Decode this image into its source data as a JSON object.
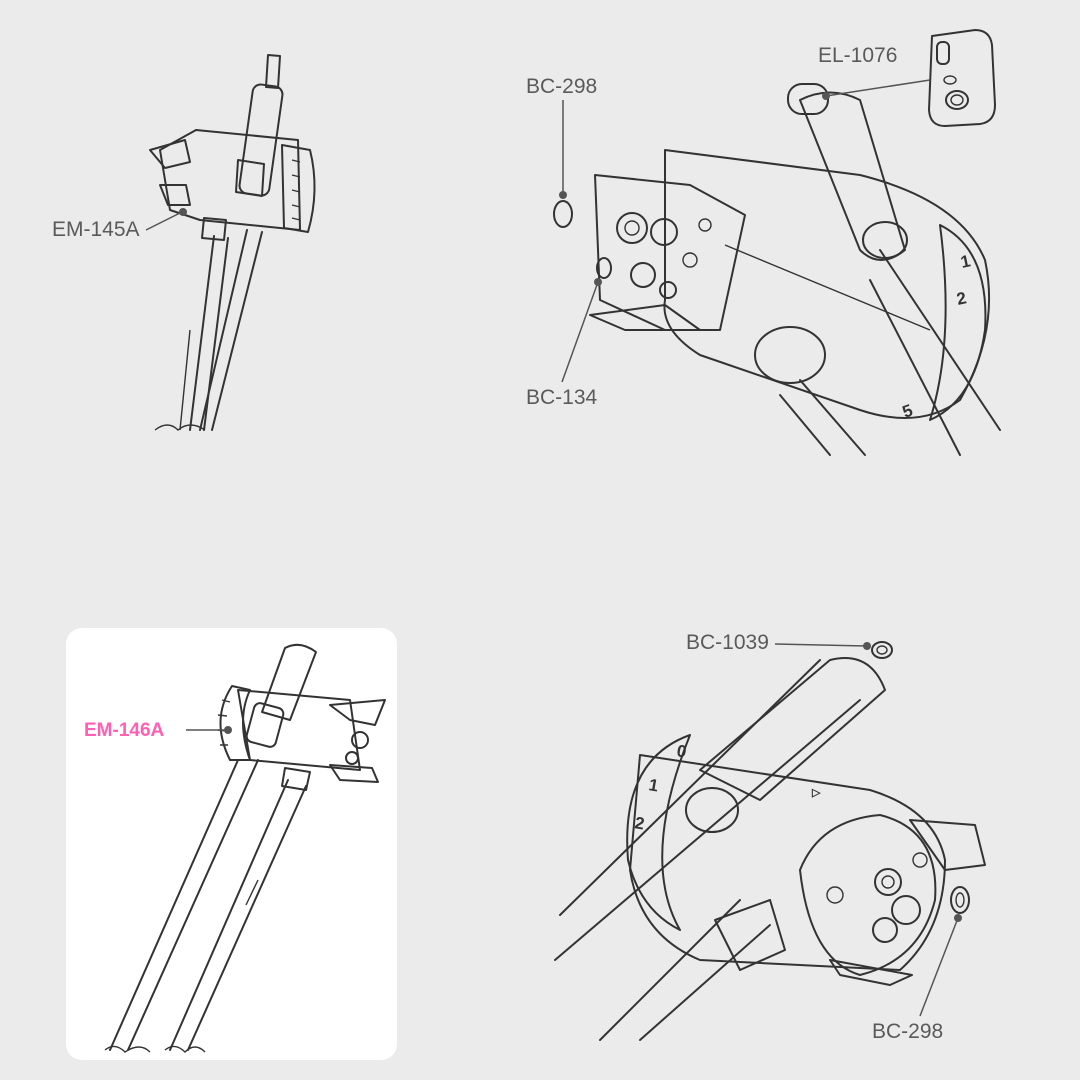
{
  "callouts": {
    "top_left": "EM-145A",
    "top_right_a": "BC-298",
    "top_right_b": "BC-134",
    "top_right_c": "EL-1076",
    "bottom_left": "EM-146A",
    "bottom_right_a": "BC-1039",
    "bottom_right_b": "BC-298"
  },
  "dial_numbers": {
    "top_right_1": "1",
    "top_right_2": "2",
    "top_right_5": "5",
    "bottom_right_0": "0",
    "bottom_right_1": "1",
    "bottom_right_2": "2"
  },
  "colors": {
    "background": "#ebebeb",
    "panel": "#ffffff",
    "part_fill": "#e6e6e6",
    "line": "#333333",
    "highlight": "#ff5fb4"
  }
}
